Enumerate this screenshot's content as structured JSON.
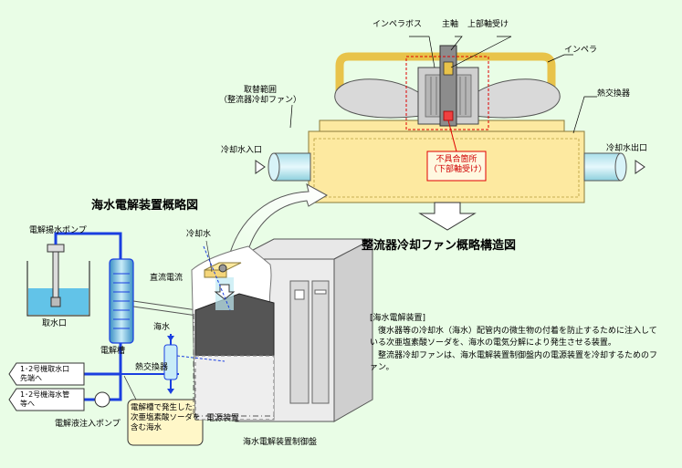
{
  "diagram": {
    "fan_structure": {
      "impeller_boss": "インペラボス",
      "main_shaft": "主軸",
      "upper_bearing": "上部軸受け",
      "impeller": "インペラ",
      "heat_exchanger": "熱交換器",
      "replacement_scope": [
        "取替範囲",
        "（整流器冷却ファン）"
      ],
      "coolant_inlet": "冷却水入口",
      "coolant_outlet": "冷却水出口",
      "defect_location": [
        "不具合箇所",
        "（下部軸受け）"
      ],
      "title": "整流器冷却ファン概略構造図"
    },
    "electrolysis": {
      "title": "海水電解装置概略図",
      "pump": "電解揚水ポンプ",
      "intake": "取水口",
      "cell": "電解槽",
      "dc_current": "直流電流",
      "cooling_water": "冷却水",
      "seawater": "海水",
      "heat_exchanger": "熱交換器",
      "power_unit": "電源装置",
      "control_panel": "海水電解装置制御盤",
      "dest_1": [
        "1･2号機取水口",
        "先端へ"
      ],
      "dest_2": [
        "1･2号機海水管",
        "等へ"
      ],
      "injection_pump": "電解液注入ポンプ",
      "note": [
        "電解槽で発生した",
        "次亜塩素酸ソーダを",
        "含む海水"
      ]
    },
    "description": {
      "heading": "[海水電解装置]",
      "para1": "復水器等の冷却水（海水）配管内の微生物の付着を防止するために注入している次亜塩素酸ソーダを、海水の電気分解により発生させる装置。",
      "para2": "整流器冷却ファンは、海水電解装置制御盤内の電源装置を冷却するためのファン。"
    }
  },
  "colors": {
    "background": "#e9fde6",
    "housing": "#fde9a0",
    "pipe": "#bfe9f2",
    "water_line": "#1a3fe0",
    "defect": "#e00000"
  }
}
